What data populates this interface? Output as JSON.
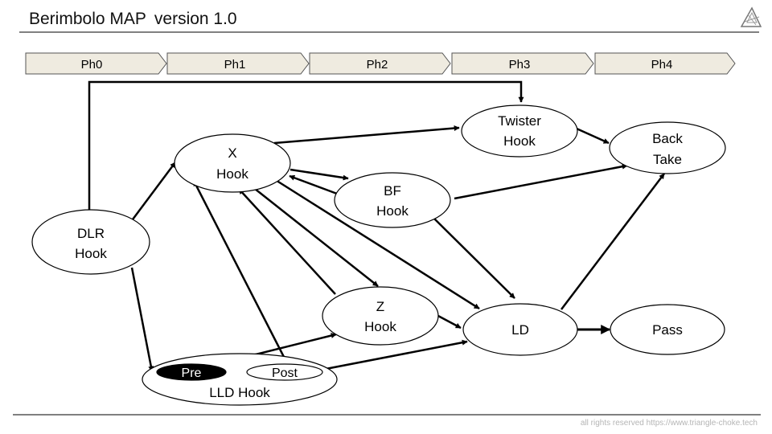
{
  "title": "Berimbolo MAP",
  "version": "version 1.0",
  "logo": "triangle-choke-logo",
  "phases": [
    "Ph0",
    "Ph1",
    "Ph2",
    "Ph3",
    "Ph4"
  ],
  "nodes": {
    "dlr": [
      "DLR",
      "Hook"
    ],
    "x": [
      "X",
      "Hook"
    ],
    "twister": [
      "Twister",
      "Hook"
    ],
    "back": [
      "Back",
      "Take"
    ],
    "bf": [
      "BF",
      "Hook"
    ],
    "z": [
      "Z",
      "Hook"
    ],
    "ld": [
      "LD"
    ],
    "pass": [
      "Pass"
    ],
    "pre": [
      "Pre"
    ],
    "post": [
      "Post"
    ],
    "lld": [
      "LLD Hook"
    ]
  },
  "colors": {
    "phase_fill": "#efebe0",
    "stroke": "#000000",
    "pre_fill": "#000000",
    "footer_text": "#b5b5b5"
  },
  "footer": "all rights reserved https://www.triangle-choke.tech"
}
